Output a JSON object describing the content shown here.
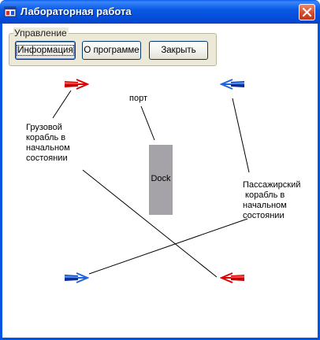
{
  "window": {
    "title": "Лабораторная работа",
    "icon": "app-window-icon",
    "close_icon": "close-x-icon"
  },
  "controls": {
    "group_label": "Управление",
    "info_label": "Информация",
    "about_label": "О программе",
    "close_label": "Закрыть"
  },
  "diagram": {
    "port_label": "порт",
    "dock_label": "Dock",
    "cargo_label": [
      "Грузовой",
      "корабль в",
      "начальном",
      "состоянии"
    ],
    "passenger_label": [
      "Пассажирский",
      " корабль в",
      "начальном",
      "состоянии"
    ],
    "cargo_color": "#e00000",
    "passenger_color": "#1e64dc"
  }
}
